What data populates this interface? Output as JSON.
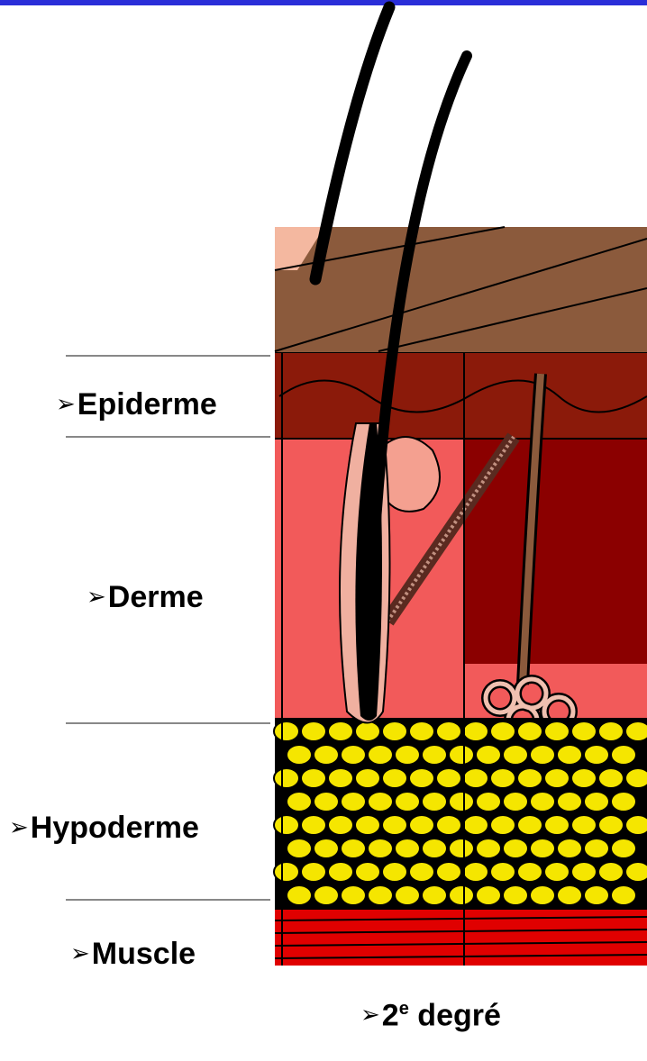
{
  "labels": {
    "epiderme": "Epiderme",
    "derme": "Derme",
    "hypoderme": "Hypoderme",
    "muscle": "Muscle"
  },
  "caption": {
    "number": "2",
    "superscript": "e",
    "text": "degré"
  },
  "bullet_glyph": "➢",
  "colors": {
    "top_rule": "#2a2ed8",
    "surface_brown": "#8b5a3c",
    "epidermis_dark_red": "#8b1a0a",
    "dermis_pink": "#f25a5a",
    "dermis_burned": "#8b0000",
    "fat_yellow": "#f5e600",
    "muscle_red": "#e00000",
    "hair_black": "#000000",
    "follicle_pink": "#f0b0a0"
  }
}
